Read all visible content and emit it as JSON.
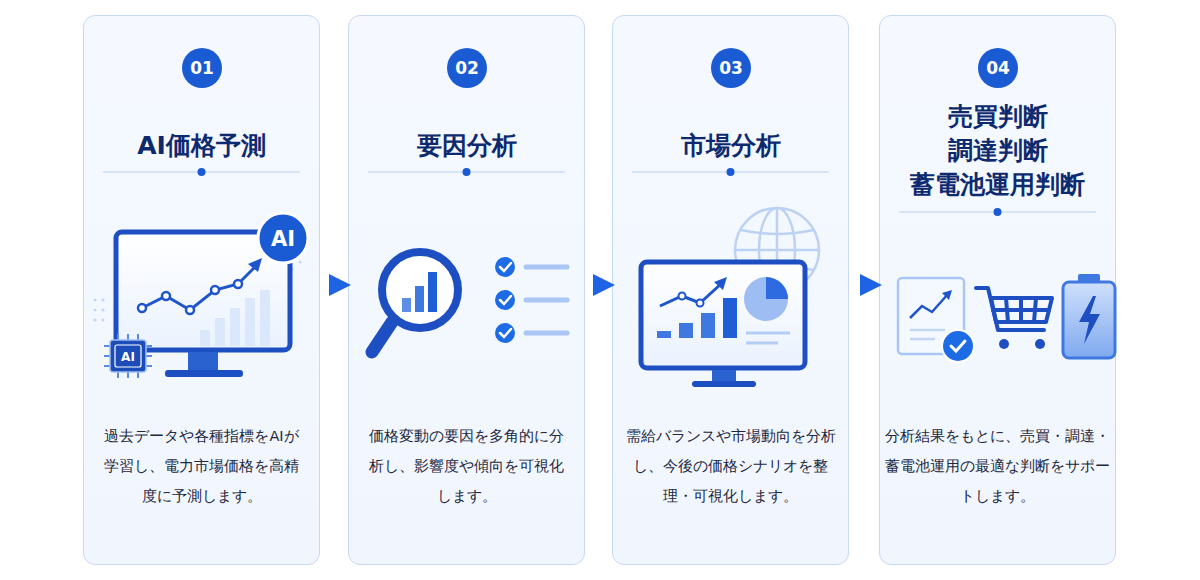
{
  "diagram": {
    "nodes": [
      {
        "text": [
          "AI価格予測",
          "過去データや各種指標をAIが学習し、電力市場価格を高精度に予測します。"
        ]
      },
      {
        "text": [
          "01"
        ],
        "in": 0
      },
      {
        "text": [
          "要因分析",
          "価格変動の要因を多角的に分析し、影響度や傾向を可視化します。"
        ]
      },
      {
        "text": [
          "02"
        ],
        "in": 2
      },
      {
        "text": [
          "市場分析",
          "需給バランスや市場動向を分析し、今後の価格シナリオを整理・可視化します。"
        ]
      },
      {
        "text": [
          "03"
        ],
        "in": 4
      },
      {
        "text": [
          "売買判断 調達判断 蓄電池運用判断",
          "分析結果をもとに、売買・調達・蓄電池運用の最適な判断をサポートします。"
        ]
      },
      {
        "text": [
          "04"
        ],
        "in": 6
      }
    ],
    "edges": [
      {
        "from": 0,
        "to": 2,
        "arrow": "to"
      },
      {
        "from": 2,
        "to": 4,
        "arrow": "to"
      },
      {
        "from": 4,
        "to": 6,
        "arrow": "to"
      }
    ],
    "labels": [
      "AI",
      "AI"
    ]
  }
}
